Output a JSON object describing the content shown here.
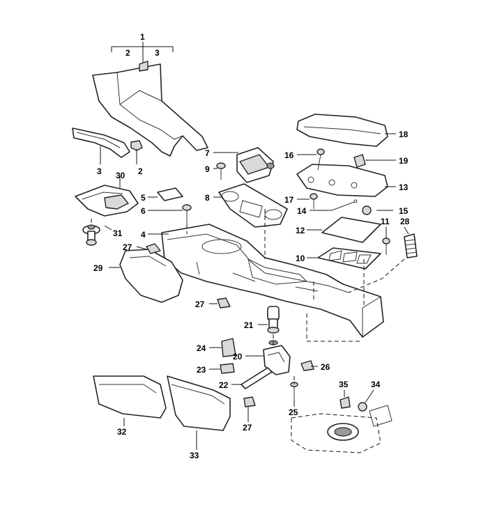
{
  "diagram": {
    "callouts": {
      "c1": "1",
      "c2": "2",
      "c3": "3",
      "c2b": "2",
      "c3b": "3",
      "c4": "4",
      "c5": "5",
      "c6": "6",
      "c7": "7",
      "c8": "8",
      "c9": "9",
      "c10": "10",
      "c11": "11",
      "c12": "12",
      "c13": "13",
      "c14": "14",
      "c15": "15",
      "c16": "16",
      "c17": "17",
      "c18": "18",
      "c19": "19",
      "c20": "20",
      "c21": "21",
      "c22": "22",
      "c23": "23",
      "c24": "24",
      "c25": "25",
      "c26": "26",
      "c27a": "27",
      "c27b": "27",
      "c27c": "27",
      "c28": "28",
      "c29": "29",
      "c30": "30",
      "c31": "31",
      "c32": "32",
      "c33": "33",
      "c34": "34",
      "c35": "35"
    }
  }
}
